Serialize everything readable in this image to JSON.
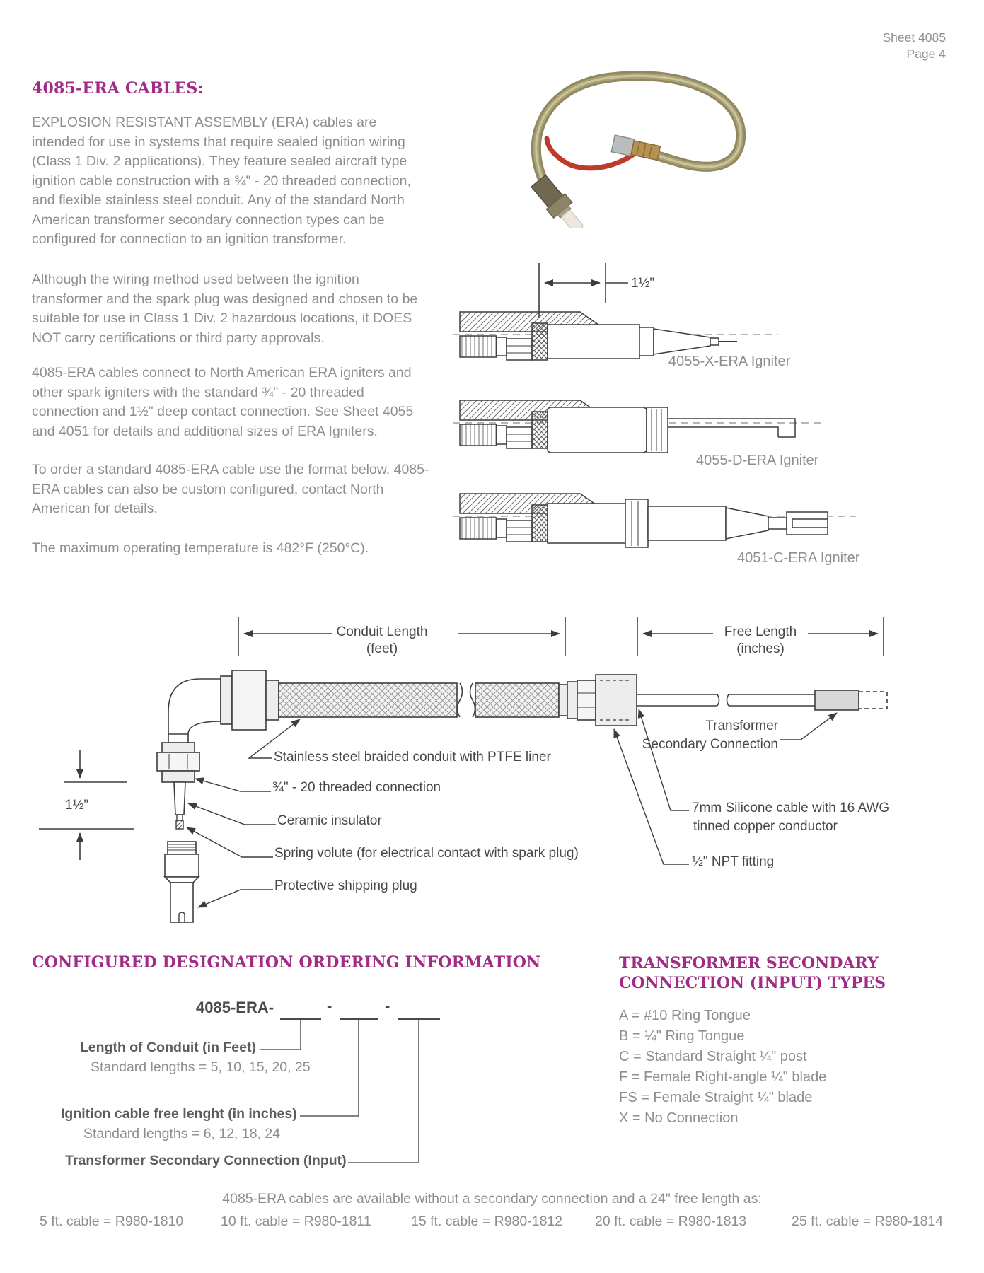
{
  "meta": {
    "sheet": "Sheet 4085",
    "page": "Page 4"
  },
  "colors": {
    "accent": "#a12b85",
    "body_text": "#8e8e8e",
    "label_text": "#474747",
    "line": "#3d3d3d"
  },
  "intro": {
    "heading": "4085-ERA CABLES:",
    "paragraphs": [
      "EXPLOSION RESISTANT ASSEMBLY (ERA) cables are intended for use in systems that require sealed ignition wiring (Class 1 Div. 2 applications). They feature sealed aircraft type ignition cable construction with a ¾\" - 20 threaded connection, and flexible stainless steel conduit. Any of the standard North American transformer secondary connection types can be configured for connection to an ignition transformer.",
      "Although the wiring method used between the ignition transformer and the spark plug was designed and chosen to be suitable for use in Class 1 Div. 2 hazardous locations, it DOES NOT carry certifications or third party approvals.",
      "4085-ERA cables connect to North American ERA igniters and other spark igniters with the standard ¾\" - 20 threaded connection and 1½\" deep contact connection. See Sheet 4055 and 4051 for details and additional sizes of ERA Igniters.",
      "To order a standard 4085-ERA cable use the format below. 4085-ERA cables can also be custom configured, contact North American for details.",
      "The maximum operating temperature is 482°F (250°C)."
    ]
  },
  "igniter_section": {
    "dimension_label": "1½\"",
    "captions": [
      "4055-X-ERA Igniter",
      "4055-D-ERA Igniter",
      "4051-C-ERA Igniter"
    ]
  },
  "cable_diagram": {
    "conduit_length_line1": "Conduit Length",
    "conduit_length_line2": "(feet)",
    "free_length_line1": "Free Length",
    "free_length_line2": "(inches)",
    "dimension_label": "1½\"",
    "labels": {
      "braid": "Stainless steel braided conduit with PTFE liner",
      "thread": "¾\" - 20 threaded connection",
      "ceramic": "Ceramic insulator",
      "spring": "Spring volute (for electrical contact with spark plug)",
      "shipping": "Protective shipping plug",
      "transformer_line1": "Transformer",
      "transformer_line2": "Secondary Connection",
      "silicone_line1": "7mm Silicone cable with 16 AWG",
      "silicone_line2": "tinned copper conductor",
      "npt": "½\" NPT fitting"
    }
  },
  "ordering": {
    "heading": "CONFIGURED DESIGNATION ORDERING INFORMATION",
    "prefix": "4085-ERA-",
    "separator": "-",
    "field1_label": "Length of Conduit (in Feet)",
    "field1_detail": "Standard lengths = 5, 10, 15, 20, 25",
    "field2_label": "Ignition cable free lenght (in inches)",
    "field2_detail": "Standard lengths = 6, 12, 18, 24",
    "field3_label": "Transformer Secondary Connection (Input)"
  },
  "connection_types": {
    "heading_line1": "TRANSFORMER SECONDARY",
    "heading_line2": "CONNECTION (INPUT) TYPES",
    "items": [
      "A = #10 Ring Tongue",
      "B = ¼\" Ring Tongue",
      "C = Standard Straight ¼\" post",
      "F = Female Right-angle ¼\" blade",
      "FS = Female Straight ¼\" blade",
      "X = No Connection"
    ]
  },
  "footer": {
    "note": "4085-ERA cables are available without a secondary connection and a 24\" free length as:",
    "options": [
      "5 ft. cable = R980-1810",
      "10 ft. cable = R980-1811",
      "15 ft. cable = R980-1812",
      "20 ft. cable = R980-1813",
      "25 ft. cable = R980-1814"
    ]
  }
}
